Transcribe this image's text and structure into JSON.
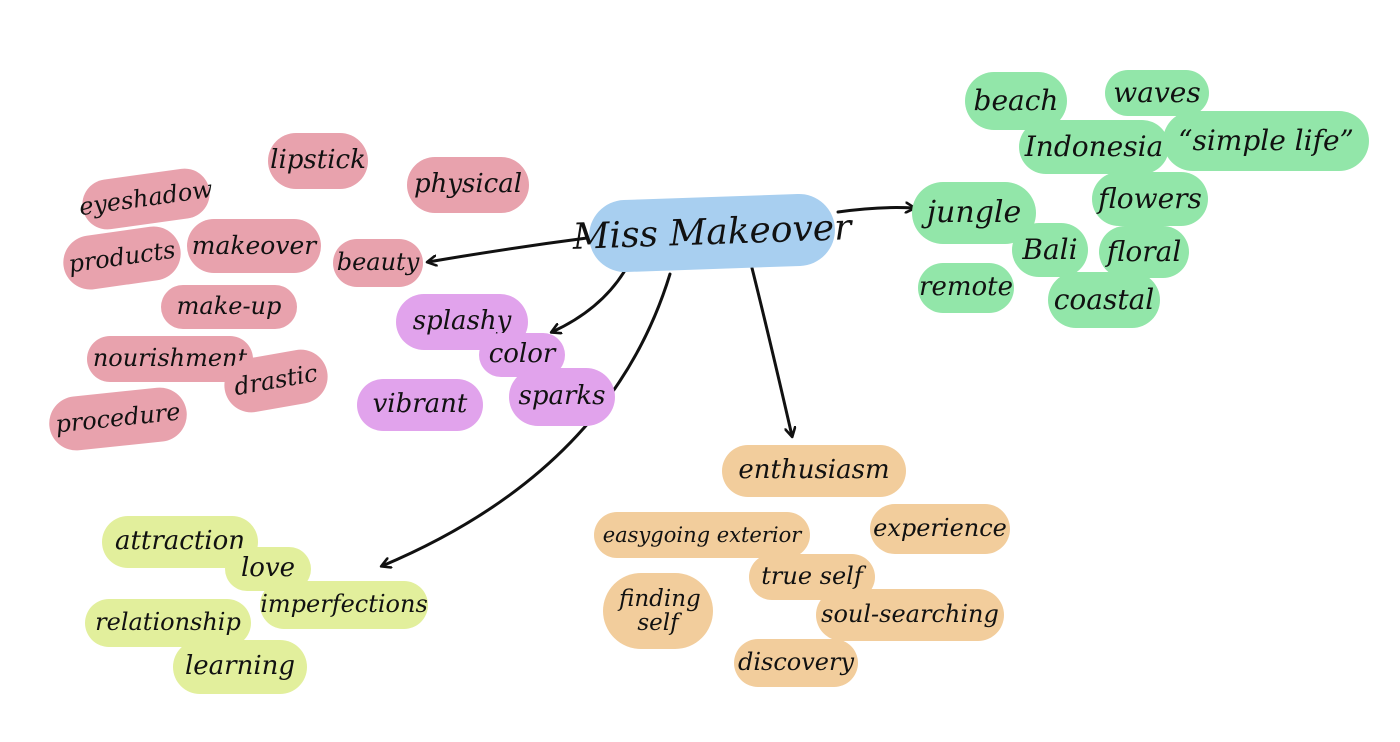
{
  "center": {
    "label": "Miss Makeover",
    "color": "#a8cff0"
  },
  "clusters": [
    {
      "id": "beauty",
      "color": "#e8a2ad",
      "words": [
        "lipstick",
        "eyeshadow",
        "physical",
        "products",
        "makeover",
        "beauty",
        "make-up",
        "nourishment",
        "drastic",
        "procedure"
      ]
    },
    {
      "id": "color",
      "color": "#e1a3ec",
      "words": [
        "splashy",
        "color",
        "vibrant",
        "sparks"
      ]
    },
    {
      "id": "place",
      "color": "#92e6a9",
      "words": [
        "beach",
        "waves",
        "Indonesia",
        "“simple life”",
        "flowers",
        "jungle",
        "Bali",
        "floral",
        "remote",
        "coastal"
      ]
    },
    {
      "id": "self",
      "color": "#f2cd9c",
      "words": [
        "enthusiasm",
        "easygoing exterior",
        "experience",
        "true self",
        "finding self",
        "soul-searching",
        "discovery"
      ]
    },
    {
      "id": "love",
      "color": "#e2ef9c",
      "words": [
        "attraction",
        "love",
        "relationship",
        "imperfections",
        "learning"
      ]
    }
  ]
}
